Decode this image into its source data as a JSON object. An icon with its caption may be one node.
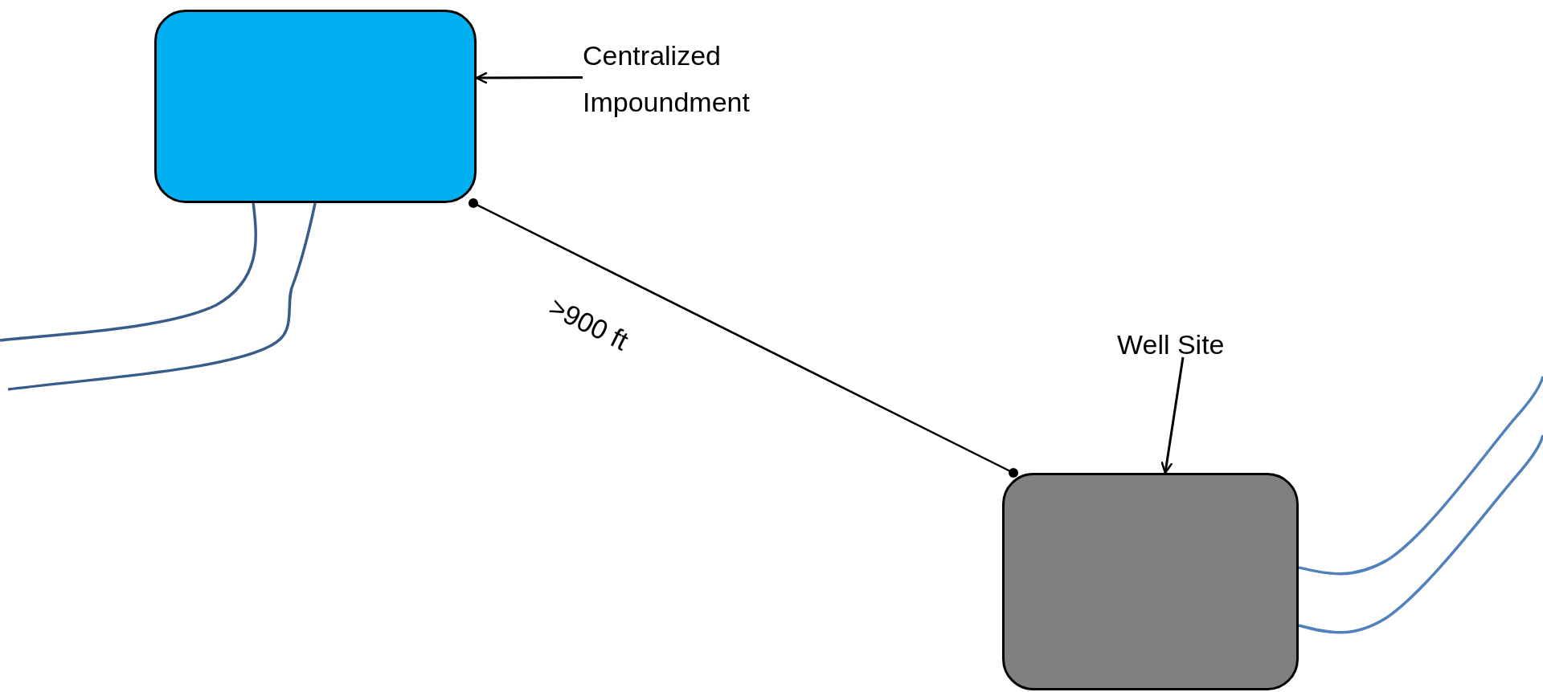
{
  "diagram": {
    "nodes": [
      {
        "text": [],
        "shape": "box"
      },
      {
        "text": [
          "Centralized Impoundment"
        ]
      },
      {
        "text": [
          "Well Site"
        ]
      },
      {
        "text": [],
        "shape": "box"
      }
    ],
    "edges": [
      {
        "from": 1,
        "to": 0,
        "arrow": "to"
      },
      {
        "from": 0,
        "to": 3,
        "arrow": "other",
        "label": ">900 ft"
      },
      {
        "from": 2,
        "to": 3,
        "arrow": "to"
      },
      {
        "from": 0,
        "to": null,
        "arrow": "none",
        "color": "#385d8a"
      },
      {
        "from": 0,
        "to": null,
        "arrow": "none",
        "color": "#385d8a"
      },
      {
        "from": 3,
        "to": null,
        "arrow": "none",
        "color": "#4f81bd"
      },
      {
        "from": 3,
        "to": null,
        "arrow": "none",
        "color": "#4f81bd"
      }
    ]
  }
}
